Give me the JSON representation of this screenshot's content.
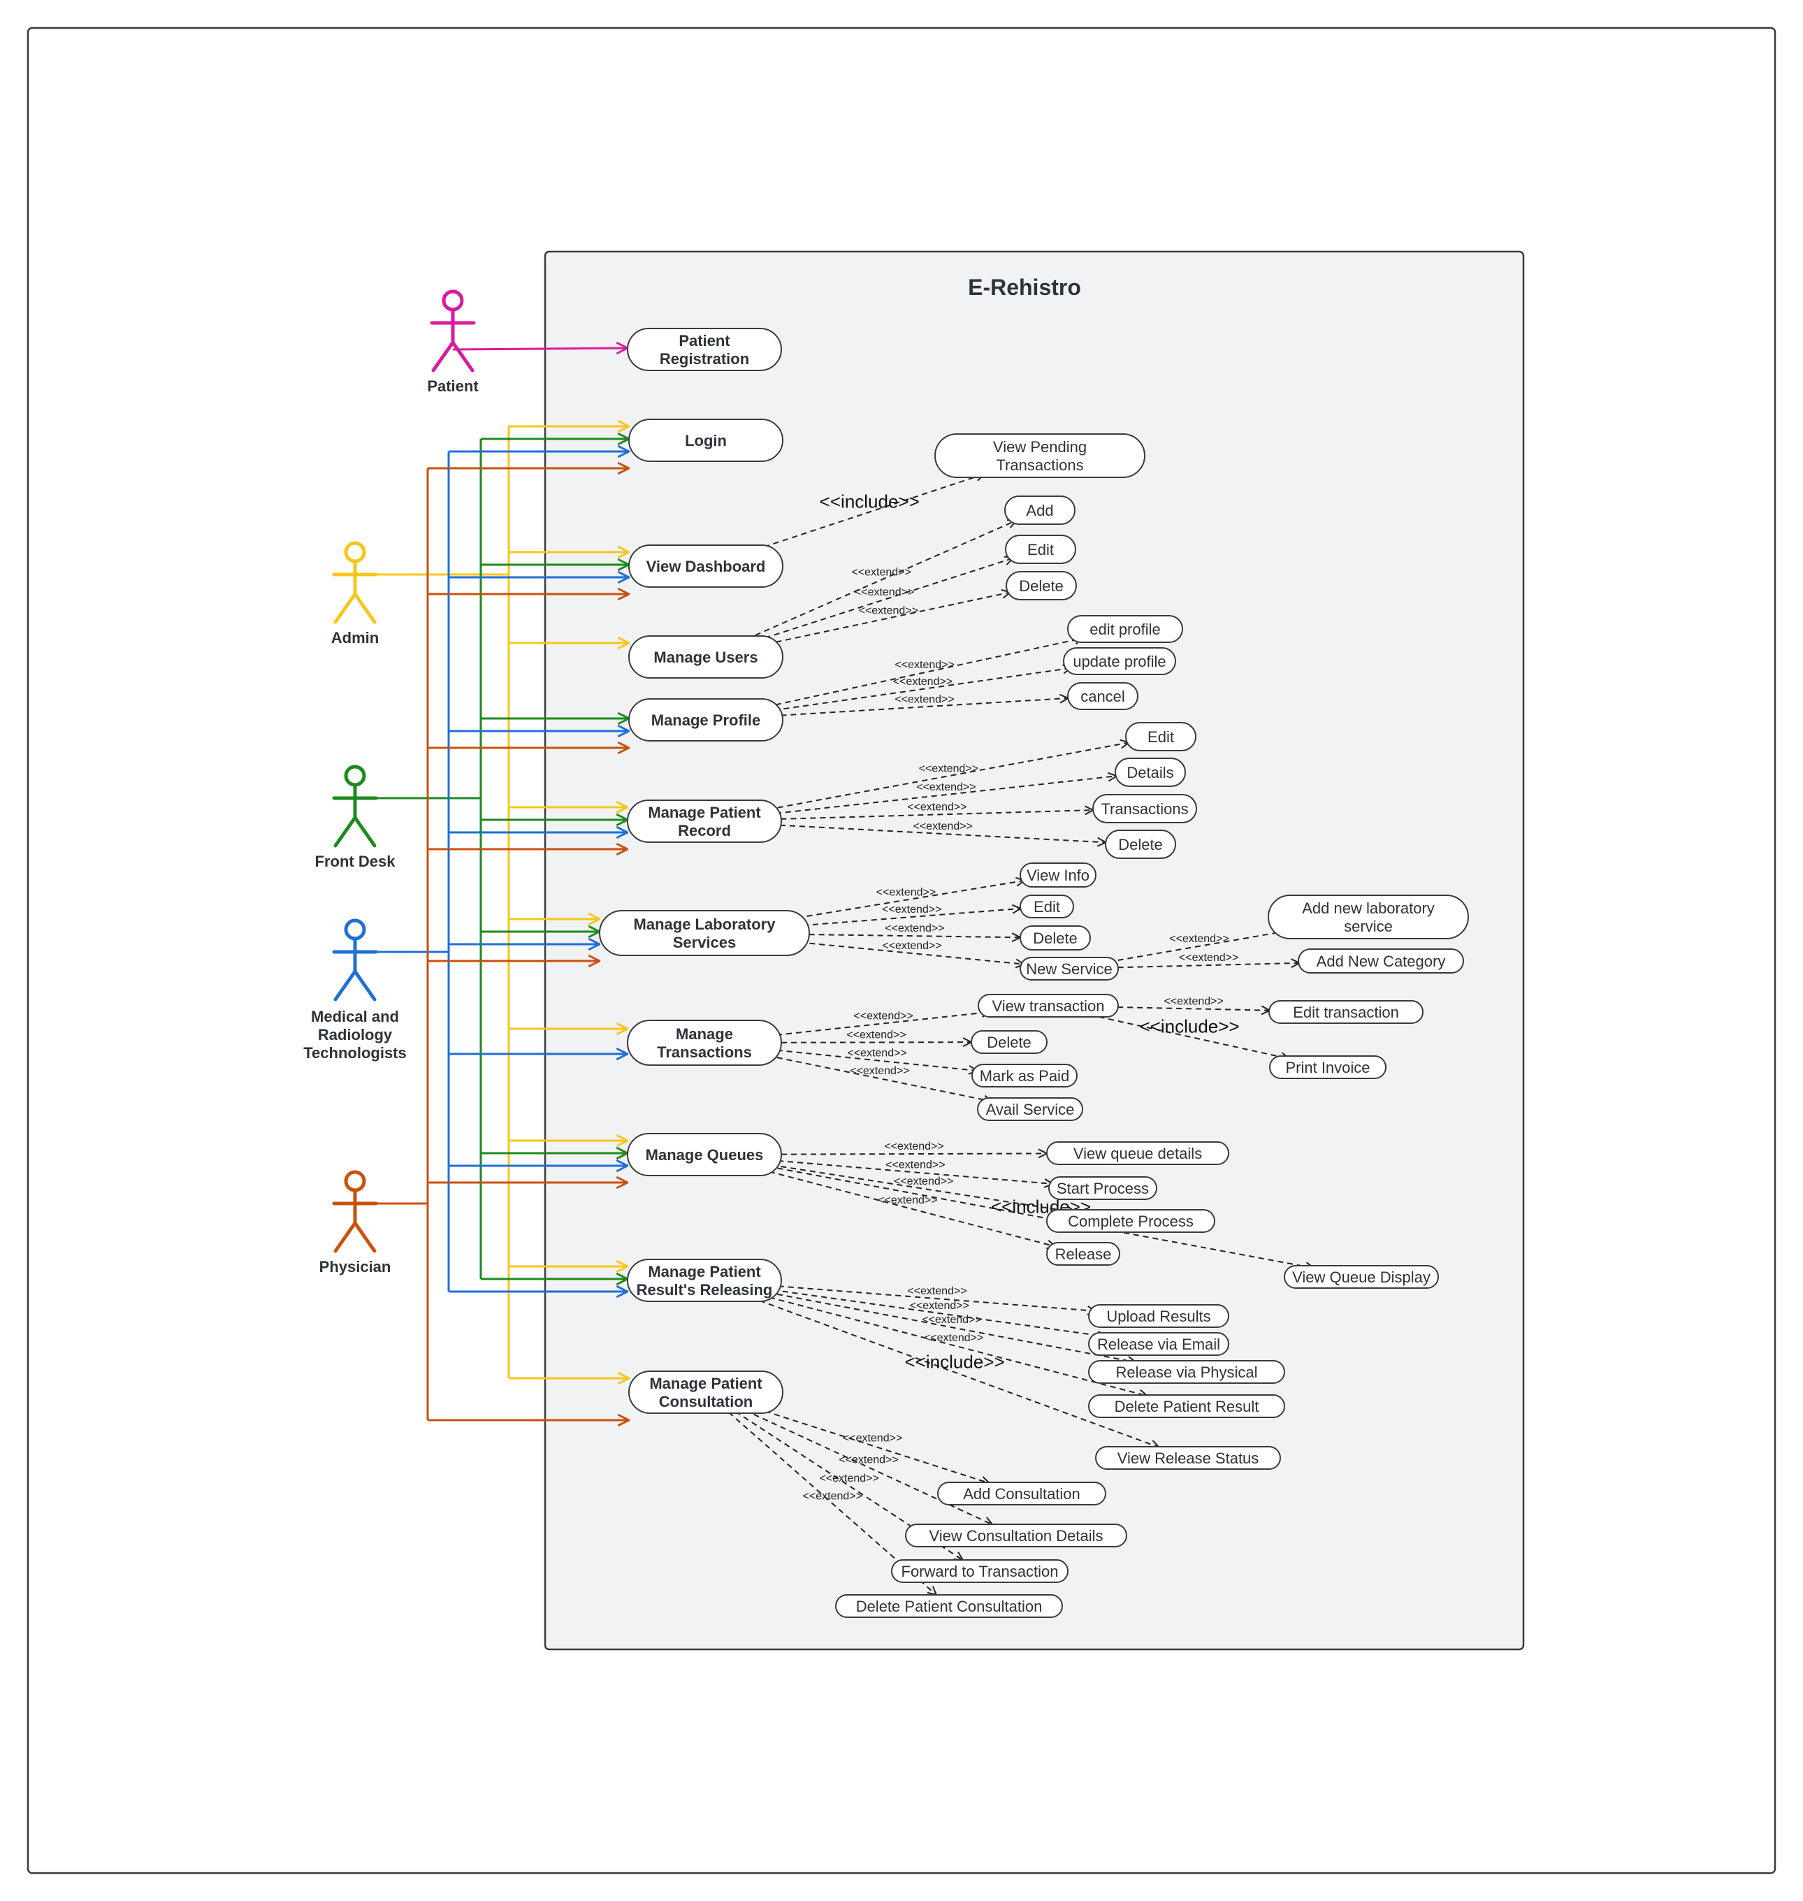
{
  "system": {
    "title": "E-Rehistro"
  },
  "colors": {
    "patient": "#d81b9f",
    "admin": "#f7c61b",
    "front_desk": "#1e8a1e",
    "medtech": "#1f6fd6",
    "physician": "#c9510c"
  },
  "actors": [
    {
      "id": "patient",
      "label": "Patient",
      "color": "#d81b9f"
    },
    {
      "id": "admin",
      "label": "Admin",
      "color": "#f7c61b"
    },
    {
      "id": "front_desk",
      "label": "Front Desk",
      "color": "#1e8a1e"
    },
    {
      "id": "medtech",
      "label": "Medical and Radiology Technologists",
      "color": "#1f6fd6"
    },
    {
      "id": "physician",
      "label": "Physician",
      "color": "#c9510c"
    }
  ],
  "main_use_cases": [
    {
      "id": "patient_registration",
      "label": "Patient Registration"
    },
    {
      "id": "login",
      "label": "Login"
    },
    {
      "id": "view_dashboard",
      "label": "View Dashboard"
    },
    {
      "id": "manage_users",
      "label": "Manage Users"
    },
    {
      "id": "manage_profile",
      "label": "Manage Profile"
    },
    {
      "id": "manage_patient_record",
      "label": "Manage Patient Record"
    },
    {
      "id": "manage_laboratory_services",
      "label": "Manage Laboratory Services"
    },
    {
      "id": "manage_transactions",
      "label": "Manage Transactions"
    },
    {
      "id": "manage_queues",
      "label": "Manage Queues"
    },
    {
      "id": "manage_patient_results_releasing",
      "label": "Manage Patient Result's Releasing"
    },
    {
      "id": "manage_patient_consultation",
      "label": "Manage Patient Consultation"
    }
  ],
  "sub_use_cases": [
    {
      "id": "view_pending_transactions",
      "label": "View Pending Transactions"
    },
    {
      "id": "users_add",
      "label": "Add"
    },
    {
      "id": "users_edit",
      "label": "Edit"
    },
    {
      "id": "users_delete",
      "label": "Delete"
    },
    {
      "id": "edit_profile",
      "label": "edit profile"
    },
    {
      "id": "update_profile",
      "label": "update profile"
    },
    {
      "id": "profile_cancel",
      "label": "cancel"
    },
    {
      "id": "record_edit",
      "label": "Edit"
    },
    {
      "id": "record_details",
      "label": "Details"
    },
    {
      "id": "record_transactions",
      "label": "Transactions"
    },
    {
      "id": "record_delete",
      "label": "Delete"
    },
    {
      "id": "lab_view_info",
      "label": "View Info"
    },
    {
      "id": "lab_edit",
      "label": "Edit"
    },
    {
      "id": "lab_delete",
      "label": "Delete"
    },
    {
      "id": "lab_new_service",
      "label": "New Service"
    },
    {
      "id": "add_new_lab_service",
      "label": "Add new laboratory service"
    },
    {
      "id": "add_new_category",
      "label": "Add New Category"
    },
    {
      "id": "view_transaction",
      "label": "View transaction"
    },
    {
      "id": "edit_transaction",
      "label": "Edit transaction"
    },
    {
      "id": "print_invoice",
      "label": "Print Invoice"
    },
    {
      "id": "trans_delete",
      "label": "Delete"
    },
    {
      "id": "mark_as_paid",
      "label": "Mark as Paid"
    },
    {
      "id": "avail_service",
      "label": "Avail Service"
    },
    {
      "id": "view_queue_details",
      "label": "View queue details"
    },
    {
      "id": "start_process",
      "label": "Start Process"
    },
    {
      "id": "complete_process",
      "label": "Complete Process"
    },
    {
      "id": "release",
      "label": "Release"
    },
    {
      "id": "view_queue_display",
      "label": "View Queue Display"
    },
    {
      "id": "upload_results",
      "label": "Upload Results"
    },
    {
      "id": "release_via_email",
      "label": "Release via Email"
    },
    {
      "id": "release_via_physical",
      "label": "Release via Physical"
    },
    {
      "id": "delete_patient_result",
      "label": "Delete Patient Result"
    },
    {
      "id": "view_release_status",
      "label": "View Release Status"
    },
    {
      "id": "add_consultation",
      "label": "Add Consultation"
    },
    {
      "id": "view_consultation_details",
      "label": "View Consultation Details"
    },
    {
      "id": "forward_to_transaction",
      "label": "Forward to Transaction"
    },
    {
      "id": "delete_patient_consultation",
      "label": "Delete Patient Consultation"
    }
  ],
  "relations": [
    {
      "from": "view_dashboard",
      "to": "view_pending_transactions",
      "type": "include",
      "label": "<<include>>"
    },
    {
      "from": "manage_users",
      "to": "users_add",
      "type": "extend",
      "label": "<<extend>>"
    },
    {
      "from": "manage_users",
      "to": "users_edit",
      "type": "extend",
      "label": "<<extend>>"
    },
    {
      "from": "manage_users",
      "to": "users_delete",
      "type": "extend",
      "label": "<<extend>>"
    },
    {
      "from": "manage_profile",
      "to": "edit_profile",
      "type": "extend",
      "label": "<<extend>>"
    },
    {
      "from": "manage_profile",
      "to": "update_profile",
      "type": "extend",
      "label": "<<extend>>"
    },
    {
      "from": "manage_profile",
      "to": "profile_cancel",
      "type": "extend",
      "label": "<<extend>>"
    },
    {
      "from": "manage_patient_record",
      "to": "record_edit",
      "type": "extend",
      "label": "<<extend>>"
    },
    {
      "from": "manage_patient_record",
      "to": "record_details",
      "type": "extend",
      "label": "<<extend>>"
    },
    {
      "from": "manage_patient_record",
      "to": "record_transactions",
      "type": "extend",
      "label": "<<extend>>"
    },
    {
      "from": "manage_patient_record",
      "to": "record_delete",
      "type": "extend",
      "label": "<<extend>>"
    },
    {
      "from": "manage_laboratory_services",
      "to": "lab_view_info",
      "type": "extend",
      "label": "<<extend>>"
    },
    {
      "from": "manage_laboratory_services",
      "to": "lab_edit",
      "type": "extend",
      "label": "<<extend>>"
    },
    {
      "from": "manage_laboratory_services",
      "to": "lab_delete",
      "type": "extend",
      "label": "<<extend>>"
    },
    {
      "from": "manage_laboratory_services",
      "to": "lab_new_service",
      "type": "extend",
      "label": "<<extend>>"
    },
    {
      "from": "lab_new_service",
      "to": "add_new_lab_service",
      "type": "extend",
      "label": "<<extend>>"
    },
    {
      "from": "lab_new_service",
      "to": "add_new_category",
      "type": "extend",
      "label": "<<extend>>"
    },
    {
      "from": "manage_transactions",
      "to": "view_transaction",
      "type": "extend",
      "label": "<<extend>>"
    },
    {
      "from": "manage_transactions",
      "to": "trans_delete",
      "type": "extend",
      "label": "<<extend>>"
    },
    {
      "from": "manage_transactions",
      "to": "mark_as_paid",
      "type": "extend",
      "label": "<<extend>>"
    },
    {
      "from": "manage_transactions",
      "to": "avail_service",
      "type": "extend",
      "label": "<<extend>>"
    },
    {
      "from": "view_transaction",
      "to": "edit_transaction",
      "type": "extend",
      "label": "<<extend>>"
    },
    {
      "from": "view_transaction",
      "to": "print_invoice",
      "type": "include",
      "label": "<<include>>"
    },
    {
      "from": "manage_queues",
      "to": "view_queue_details",
      "type": "extend",
      "label": "<<extend>>"
    },
    {
      "from": "manage_queues",
      "to": "start_process",
      "type": "extend",
      "label": "<<extend>>"
    },
    {
      "from": "manage_queues",
      "to": "complete_process",
      "type": "extend",
      "label": "<<extend>>"
    },
    {
      "from": "manage_queues",
      "to": "release",
      "type": "extend",
      "label": "<<extend>>"
    },
    {
      "from": "manage_queues",
      "to": "view_queue_display",
      "type": "include",
      "label": "<<include>>"
    },
    {
      "from": "manage_patient_results_releasing",
      "to": "upload_results",
      "type": "extend",
      "label": "<<extend>>"
    },
    {
      "from": "manage_patient_results_releasing",
      "to": "release_via_email",
      "type": "extend",
      "label": "<<extend>>"
    },
    {
      "from": "manage_patient_results_releasing",
      "to": "release_via_physical",
      "type": "extend",
      "label": "<<extend>>"
    },
    {
      "from": "manage_patient_results_releasing",
      "to": "delete_patient_result",
      "type": "extend",
      "label": "<<extend>>"
    },
    {
      "from": "manage_patient_results_releasing",
      "to": "view_release_status",
      "type": "include",
      "label": "<<include>>"
    },
    {
      "from": "manage_patient_consultation",
      "to": "add_consultation",
      "type": "extend",
      "label": "<<extend>>"
    },
    {
      "from": "manage_patient_consultation",
      "to": "view_consultation_details",
      "type": "extend",
      "label": "<<extend>>"
    },
    {
      "from": "manage_patient_consultation",
      "to": "forward_to_transaction",
      "type": "extend",
      "label": "<<extend>>"
    },
    {
      "from": "manage_patient_consultation",
      "to": "delete_patient_consultation",
      "type": "extend",
      "label": "<<extend>>"
    }
  ],
  "associations": [
    {
      "actor": "patient",
      "use_case": "patient_registration"
    },
    {
      "actor": "admin",
      "use_case": "login"
    },
    {
      "actor": "admin",
      "use_case": "view_dashboard"
    },
    {
      "actor": "admin",
      "use_case": "manage_users"
    },
    {
      "actor": "admin",
      "use_case": "manage_patient_record"
    },
    {
      "actor": "admin",
      "use_case": "manage_laboratory_services"
    },
    {
      "actor": "admin",
      "use_case": "manage_transactions"
    },
    {
      "actor": "admin",
      "use_case": "manage_queues"
    },
    {
      "actor": "admin",
      "use_case": "manage_patient_results_releasing"
    },
    {
      "actor": "admin",
      "use_case": "manage_patient_consultation"
    },
    {
      "actor": "front_desk",
      "use_case": "login"
    },
    {
      "actor": "front_desk",
      "use_case": "view_dashboard"
    },
    {
      "actor": "front_desk",
      "use_case": "manage_profile"
    },
    {
      "actor": "front_desk",
      "use_case": "manage_patient_record"
    },
    {
      "actor": "front_desk",
      "use_case": "manage_laboratory_services"
    },
    {
      "actor": "front_desk",
      "use_case": "manage_queues"
    },
    {
      "actor": "front_desk",
      "use_case": "manage_patient_results_releasing"
    },
    {
      "actor": "medtech",
      "use_case": "login"
    },
    {
      "actor": "medtech",
      "use_case": "view_dashboard"
    },
    {
      "actor": "medtech",
      "use_case": "manage_profile"
    },
    {
      "actor": "medtech",
      "use_case": "manage_patient_record"
    },
    {
      "actor": "medtech",
      "use_case": "manage_laboratory_services"
    },
    {
      "actor": "medtech",
      "use_case": "manage_transactions"
    },
    {
      "actor": "medtech",
      "use_case": "manage_queues"
    },
    {
      "actor": "medtech",
      "use_case": "manage_patient_results_releasing"
    },
    {
      "actor": "physician",
      "use_case": "login"
    },
    {
      "actor": "physician",
      "use_case": "view_dashboard"
    },
    {
      "actor": "physician",
      "use_case": "manage_profile"
    },
    {
      "actor": "physician",
      "use_case": "manage_patient_record"
    },
    {
      "actor": "physician",
      "use_case": "manage_laboratory_services"
    },
    {
      "actor": "physician",
      "use_case": "manage_queues"
    },
    {
      "actor": "physician",
      "use_case": "manage_patient_consultation"
    }
  ]
}
